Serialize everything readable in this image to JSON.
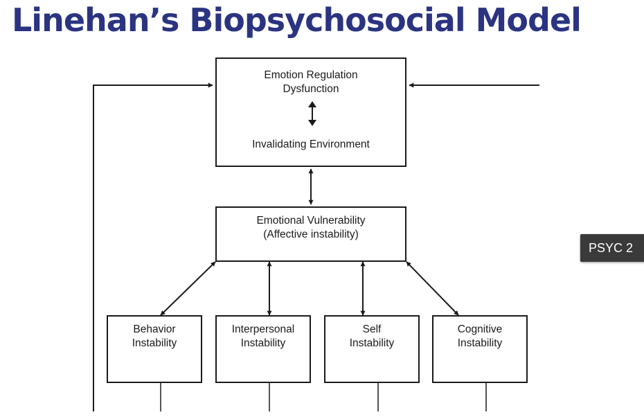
{
  "slide": {
    "title": "Linehan’s Biopsychosocial Model",
    "title_color": "#2b3481"
  },
  "diagram": {
    "top_box": {
      "line1": "Emotion Regulation",
      "line2": "Dysfunction",
      "line3": "Invalidating Environment"
    },
    "middle_box": {
      "line1": "Emotional Vulnerability",
      "line2": "(Affective instability)"
    },
    "instability_boxes": [
      {
        "line1": "Behavior",
        "line2": "Instability"
      },
      {
        "line1": "Interpersonal",
        "line2": "Instability"
      },
      {
        "line1": "Self",
        "line2": "Instability"
      },
      {
        "line1": "Cognitive",
        "line2": "Instability"
      }
    ]
  },
  "course_tag": {
    "label": "PSYC 2",
    "background": "#3a3a3a"
  }
}
